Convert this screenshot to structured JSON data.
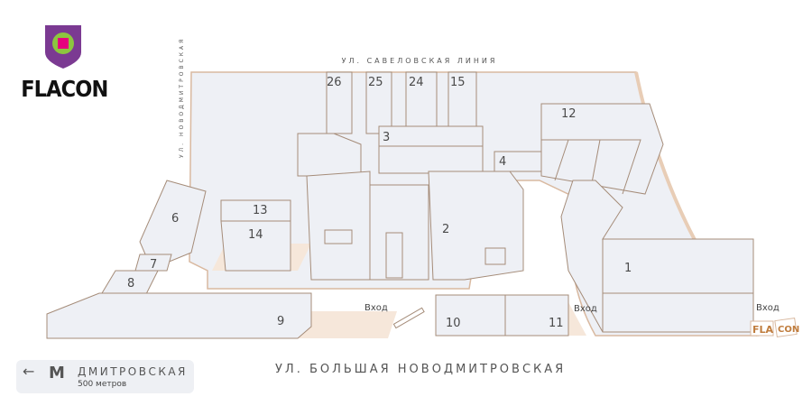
{
  "logo": {
    "text": "FLACON",
    "colors": {
      "shield": "#7b3a92",
      "ring": "#8cc63f",
      "square": "#e5007e"
    }
  },
  "streets": {
    "top": "УЛ. САВЕЛОВСКАЯ ЛИНИЯ",
    "left": "УЛ. НОВОДМИТРОВСКАЯ",
    "bottom": "УЛ. БОЛЬШАЯ НОВОДМИТРОВСКАЯ"
  },
  "buildings": [
    "26",
    "25",
    "24",
    "15",
    "3",
    "4",
    "12",
    "13",
    "14",
    "6",
    "7",
    "8",
    "9",
    "2",
    "1",
    "10",
    "11"
  ],
  "entrances": [
    "Вход",
    "Вход",
    "Вход"
  ],
  "corner_sign": {
    "part1": "FLA",
    "part2": "CON"
  },
  "metro": {
    "arrow": "←",
    "icon": "М",
    "station": "ДМИТРОВСКАЯ",
    "distance": "500 метров"
  },
  "colors": {
    "building_fill": "#eef0f5",
    "outline": "#a58c79",
    "shadow": "#f6e7da"
  }
}
